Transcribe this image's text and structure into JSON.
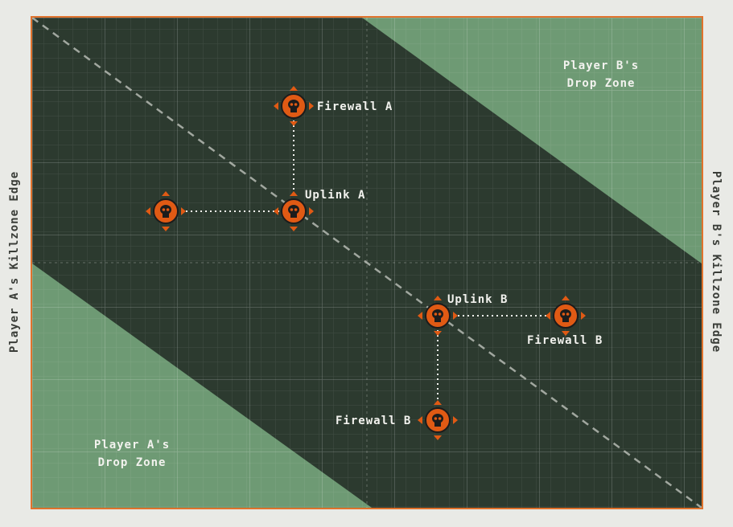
{
  "edges": {
    "left": "Player A's Killzone Edge",
    "right": "Player B's Killzone Edge"
  },
  "zones": {
    "a": [
      "Player A's",
      "Drop Zone"
    ],
    "b": [
      "Player B's",
      "Drop Zone"
    ]
  },
  "objectives": {
    "firewall_a": "Firewall A",
    "uplink_a": "Uplink A",
    "uplink_b": "Uplink B",
    "firewall_b_right": "Firewall B",
    "firewall_b_bottom": "Firewall B"
  },
  "colors": {
    "frame": "#e0722c",
    "board_dark": "#2c3a2f",
    "board_light": "#6e9a74",
    "marker": "#e05a14",
    "text": "#f2f2ee"
  }
}
